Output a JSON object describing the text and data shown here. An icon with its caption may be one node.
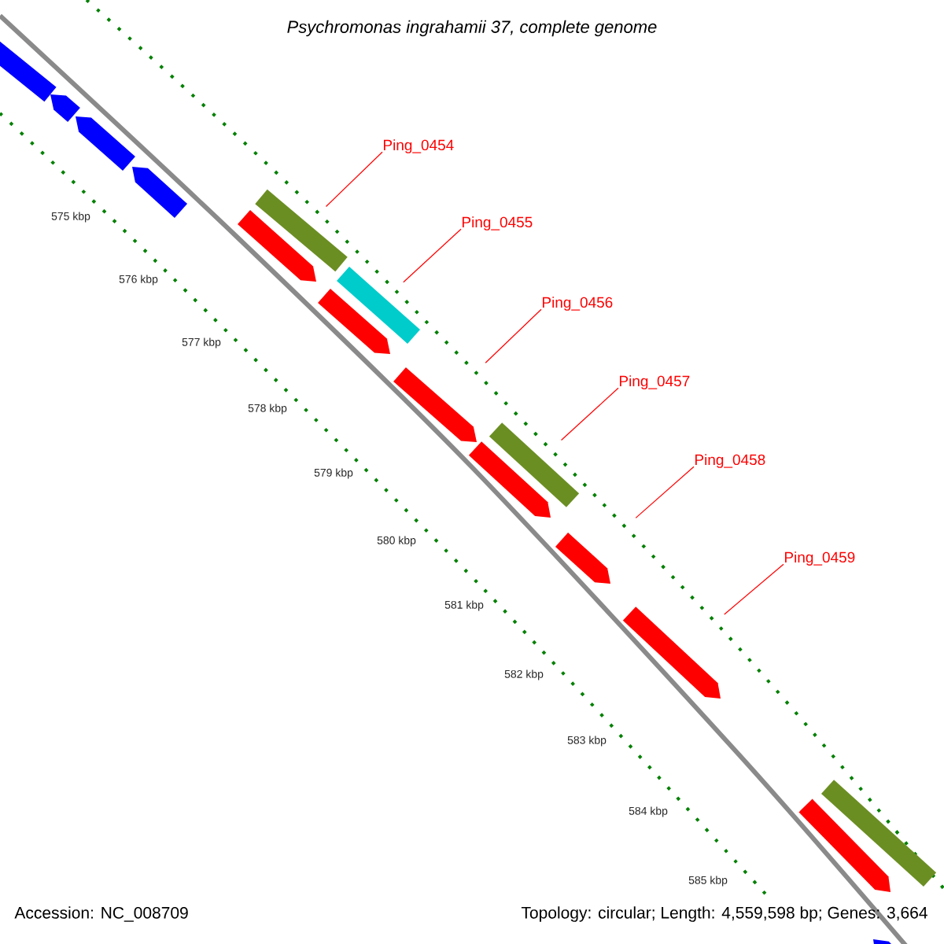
{
  "diagram": {
    "title": "Psychromonas ingrahamii 37, complete genome",
    "nodes": [
      {
        "text": [
          "Ping_0454"
        ]
      },
      {
        "text": [
          "Ping_0455"
        ]
      },
      {
        "text": [
          "Ping_0456"
        ]
      },
      {
        "text": [
          "Ping_0457"
        ]
      },
      {
        "text": [
          "Ping_0458"
        ]
      },
      {
        "text": [
          "Ping_0459"
        ]
      },
      {
        "text": [],
        "shape": "arrow"
      },
      {
        "text": [],
        "shape": "arrow"
      },
      {
        "text": [],
        "shape": "arrow"
      },
      {
        "text": [],
        "shape": "arrow"
      },
      {
        "text": [],
        "shape": "arrow"
      },
      {
        "text": [],
        "shape": "bar"
      },
      {
        "text": [],
        "shape": "arrow"
      },
      {
        "text": [],
        "shape": "bar"
      },
      {
        "text": [],
        "shape": "arrow"
      },
      {
        "text": [],
        "shape": "bar"
      },
      {
        "text": [],
        "shape": "arrow"
      },
      {
        "text": [],
        "shape": "arrow"
      },
      {
        "text": [],
        "shape": "arrow"
      },
      {
        "text": [],
        "shape": "arrow"
      },
      {
        "text": [],
        "shape": "bar"
      },
      {
        "text": [],
        "shape": "arrow"
      }
    ],
    "edges": [
      {
        "from": 0,
        "to": 11,
        "arrow": "none"
      },
      {
        "from": 1,
        "to": 13,
        "arrow": "none"
      },
      {
        "from": 2,
        "to": 14,
        "arrow": "none"
      },
      {
        "from": 3,
        "to": 15,
        "arrow": "none"
      },
      {
        "from": 4,
        "to": 17,
        "arrow": "none"
      },
      {
        "from": 5,
        "to": 18,
        "arrow": "none"
      }
    ],
    "labels": [
      "575 kbp",
      "576 kbp",
      "577 kbp",
      "578 kbp",
      "579 kbp",
      "580 kbp",
      "581 kbp",
      "582 kbp",
      "583 kbp",
      "584 kbp",
      "585 kbp",
      "Accession: NC_008709",
      "Topology: circular; Length: 4,559,598 bp; Genes: 3,664"
    ]
  }
}
